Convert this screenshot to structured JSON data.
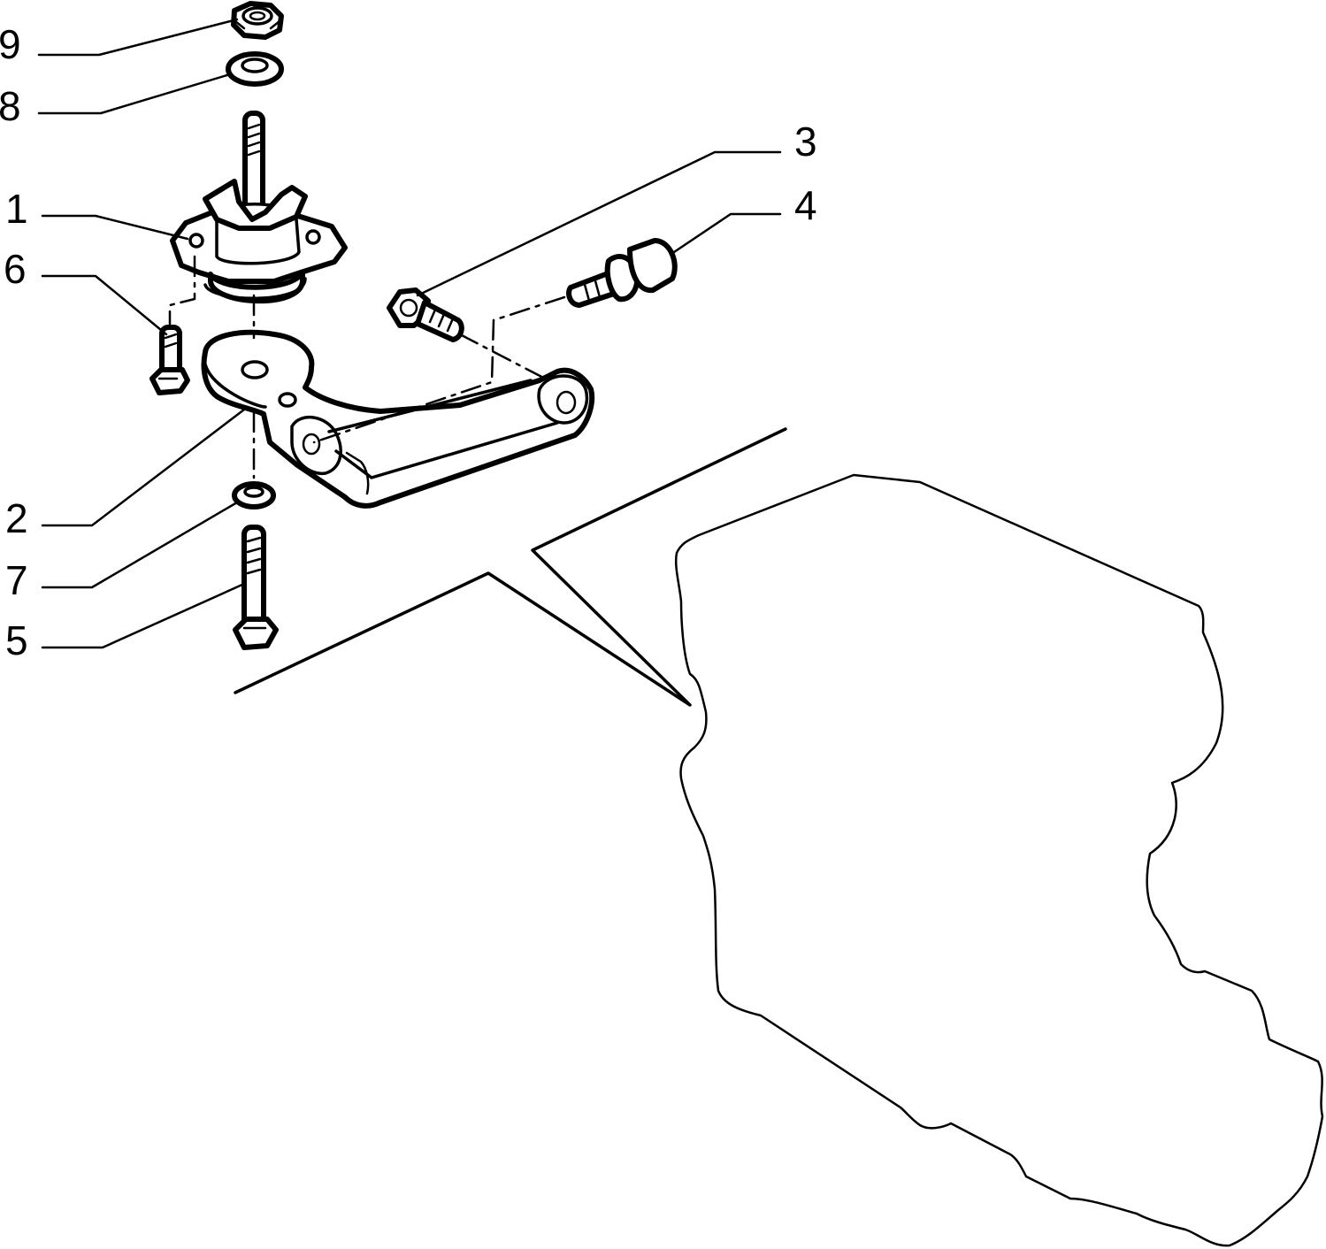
{
  "callouts": [
    {
      "id": "9",
      "label": "9"
    },
    {
      "id": "8",
      "label": "8"
    },
    {
      "id": "1",
      "label": "1"
    },
    {
      "id": "6",
      "label": "6"
    },
    {
      "id": "2",
      "label": "2"
    },
    {
      "id": "7",
      "label": "7"
    },
    {
      "id": "5",
      "label": "5"
    },
    {
      "id": "3",
      "label": "3"
    },
    {
      "id": "4",
      "label": "4"
    }
  ],
  "colors": {
    "line": "#000000",
    "background": "#ffffff"
  }
}
